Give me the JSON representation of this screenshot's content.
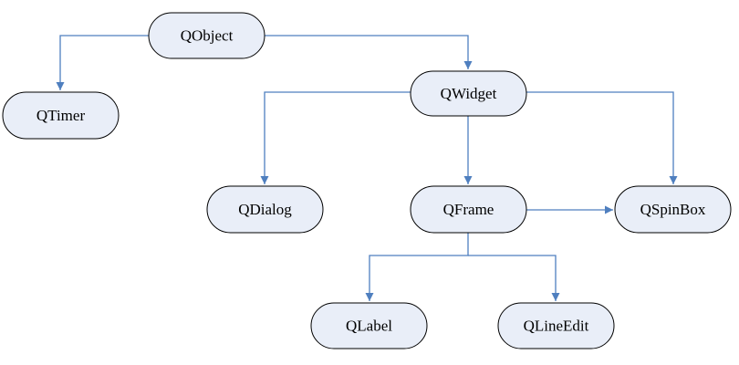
{
  "diagram": {
    "edge_color": "#4f7fbf",
    "node_fill": "#e9eef8",
    "nodes": {
      "qobject": "QObject",
      "qtimer": "QTimer",
      "qwidget": "QWidget",
      "qdialog": "QDialog",
      "qframe": "QFrame",
      "qspinbox": "QSpinBox",
      "qlabel": "QLabel",
      "qlineedit": "QLineEdit"
    },
    "edges": [
      {
        "from": "qobject",
        "to": "qtimer"
      },
      {
        "from": "qobject",
        "to": "qwidget"
      },
      {
        "from": "qwidget",
        "to": "qdialog"
      },
      {
        "from": "qwidget",
        "to": "qframe"
      },
      {
        "from": "qwidget",
        "to": "qspinbox"
      },
      {
        "from": "qframe",
        "to": "qspinbox"
      },
      {
        "from": "qframe",
        "to": "qlabel"
      },
      {
        "from": "qframe",
        "to": "qlineedit"
      }
    ]
  }
}
